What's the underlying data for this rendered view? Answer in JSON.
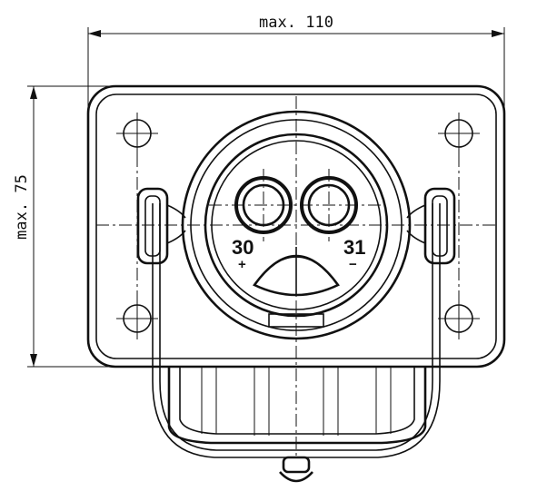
{
  "dimensions": {
    "width_label": "max. 110",
    "height_label": "max. 75"
  },
  "terminals": {
    "positive_number": "30",
    "positive_sign": "+",
    "negative_number": "31",
    "negative_sign": "−"
  }
}
